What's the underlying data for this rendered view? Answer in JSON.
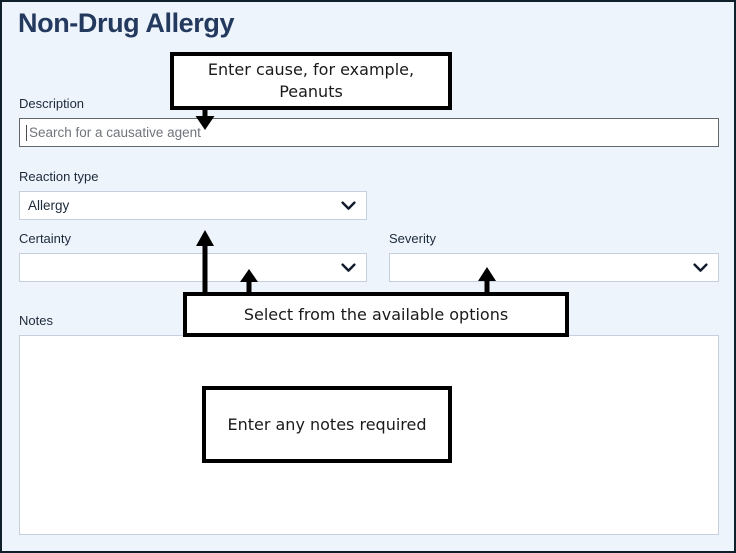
{
  "window": {
    "title": "Non-Drug Allergy",
    "background_color": "#eef4fc",
    "border_color": "#10202a",
    "title_color": "#23395d"
  },
  "form": {
    "description": {
      "label": "Description",
      "value": "",
      "placeholder": "Search for a causative agent"
    },
    "reaction_type": {
      "label": "Reaction type",
      "value": "Allergy",
      "icon": "chevron-down-icon"
    },
    "certainty": {
      "label": "Certainty",
      "value": "",
      "icon": "chevron-down-icon"
    },
    "severity": {
      "label": "Severity",
      "value": "",
      "icon": "chevron-down-icon"
    },
    "notes": {
      "label": "Notes",
      "value": ""
    }
  },
  "annotations": {
    "cause": "Enter cause, for example, Peanuts",
    "select_options": "Select from the available options",
    "notes": "Enter any notes required"
  }
}
